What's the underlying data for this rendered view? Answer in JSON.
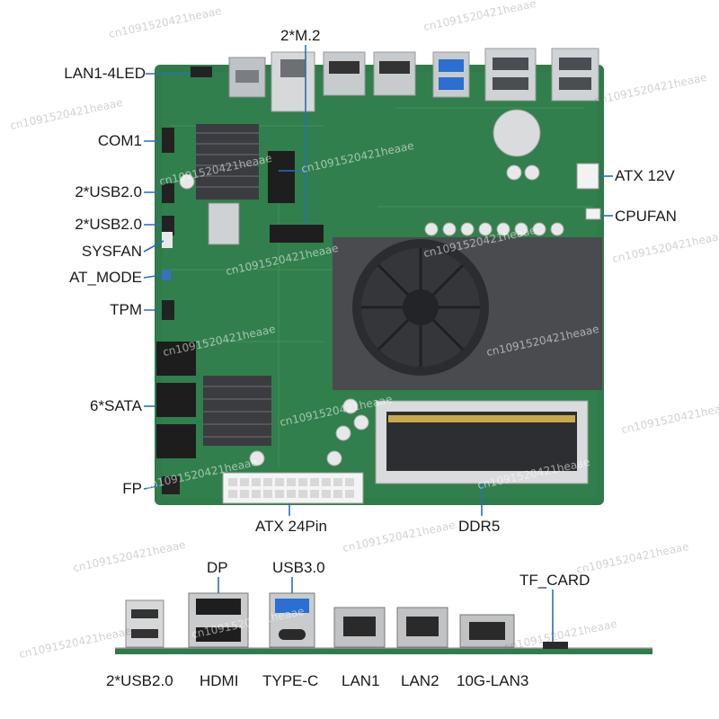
{
  "board_labels": {
    "top": "2*M.2",
    "lan_led": "LAN1-4LED",
    "com1": "COM1",
    "usb20_a": "2*USB2.0",
    "usb20_b": "2*USB2.0",
    "sysfan": "SYSFAN",
    "at_mode": "AT_MODE",
    "tpm": "TPM",
    "sata": "6*SATA",
    "fp": "FP",
    "atx12v": "ATX 12V",
    "cpufan": "CPUFAN",
    "atx24": "ATX 24Pin",
    "ddr5": "DDR5"
  },
  "io_labels": {
    "dp": "DP",
    "usb30": "USB3.0",
    "tf_card": "TF_CARD",
    "usb20": "2*USB2.0",
    "hdmi": "HDMI",
    "typec": "TYPE-C",
    "lan1": "LAN1",
    "lan2": "LAN2",
    "lan3": "10G-LAN3"
  },
  "watermark": "cn1091520421heaae",
  "colors": {
    "pcb": "#2e7a48",
    "pcb_dark": "#22603a",
    "heatsink": "#3a3b3e",
    "cooler": "#4b4c50",
    "line": "#2a6fb5"
  }
}
